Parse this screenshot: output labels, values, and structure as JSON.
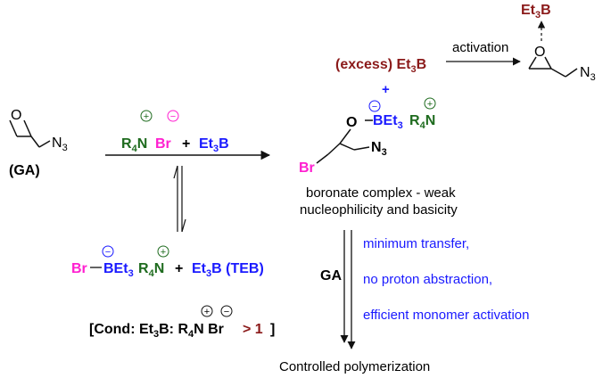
{
  "colors": {
    "black": "#111111",
    "blue": "#1a1aff",
    "green": "#1e6b1e",
    "magenta": "#ff1fd0",
    "darkred": "#8b1a1a"
  },
  "left": {
    "epoxide_o": "O",
    "epoxide_n3": "N",
    "epoxide_n3_sub": "3",
    "ga_label": "(GA)"
  },
  "reaction": {
    "reagent_r4n": "R",
    "reagent_r4n_sub": "4",
    "reagent_r4n_n": "N",
    "reagent_br": "Br",
    "plus": "+",
    "reagent_et3b": "Et",
    "reagent_et3b_sub": "3",
    "reagent_et3b_b": "B"
  },
  "equilibrium": {
    "br": "Br",
    "bet3": "BEt",
    "bet3_sub": "3",
    "r4n": "R",
    "r4n_sub": "4",
    "r4n_n": "N",
    "plus": "+",
    "teb": "Et",
    "teb_sub": "3",
    "teb_rest": "B (TEB)",
    "cond_prefix": "[Cond: Et",
    "cond_sub1": "3",
    "cond_mid": "B: R",
    "cond_sub2": "4",
    "cond_n_br": "N  Br",
    "cond_gt": "> 1",
    "cond_close": "]"
  },
  "activation": {
    "excess": "(excess) Et",
    "excess_sub": "3",
    "excess_b": "B",
    "label": "activation",
    "top_et3b": "Et",
    "top_et3b_sub": "3",
    "top_et3b_b": "B",
    "epoxide_o": "O",
    "epoxide_n3": "N",
    "epoxide_n3_sub": "3"
  },
  "complex": {
    "o": "O",
    "bet3": "BEt",
    "bet3_sub": "3",
    "plus": "+",
    "r4n": "R",
    "r4n_sub": "4",
    "r4n_n": "N",
    "n3": "N",
    "n3_sub": "3",
    "br": "Br",
    "caption_line1": "boronate complex - weak",
    "caption_line2": "nucleophilicity and basicity"
  },
  "polymerization": {
    "ga_label": "GA",
    "note1": "minimum transfer,",
    "note2": "no proton abstraction,",
    "note3": "efficient monomer activation",
    "result": "Controlled polymerization"
  },
  "charges": {
    "positive": "+",
    "negative": "−"
  }
}
